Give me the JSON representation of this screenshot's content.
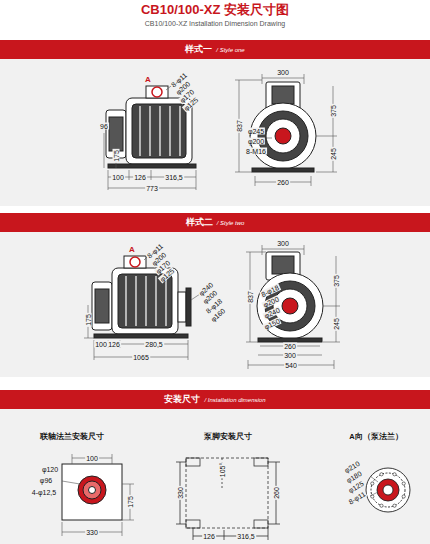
{
  "diagram": {
    "title": "CB10/100-XZ 安装尺寸图",
    "caption": "CB10/100-XZ Installation Dimension Drawing",
    "nodes": [
      {
        "text": [
          "样式一",
          "/ Style one"
        ]
      },
      {
        "text": [
          "样式二",
          "/ Style two"
        ]
      },
      {
        "text": [
          "安装尺寸",
          "/ Installation dimension"
        ]
      }
    ],
    "labels": [
      "A",
      "8-φ11",
      "φ200",
      "φ170",
      "φ125",
      "96",
      "175",
      "100",
      "126",
      "316,5",
      "773",
      "300",
      "837",
      "φ245",
      "φ200",
      "8-M16",
      "375",
      "245",
      "260",
      "A",
      "8-φ11",
      "φ200",
      "φ170",
      "φ125",
      "φ240",
      "φ200",
      "8-φ18",
      "φ160",
      "175",
      "100",
      "126",
      "280,5",
      "1065",
      "300",
      "837",
      "8-φ18",
      "φ200",
      "φ240",
      "φ150",
      "375",
      "245",
      "260",
      "300",
      "540",
      "联轴法兰安装尺寸",
      "泵脚安装尺寸",
      "A向（泵法兰）",
      "100",
      "φ120",
      "φ96",
      "4-φ12,5",
      "330",
      "175",
      "330",
      "105°",
      "260",
      "126",
      "316,5",
      "φ210",
      "φ180",
      "φ125",
      "8-φ11"
    ]
  }
}
